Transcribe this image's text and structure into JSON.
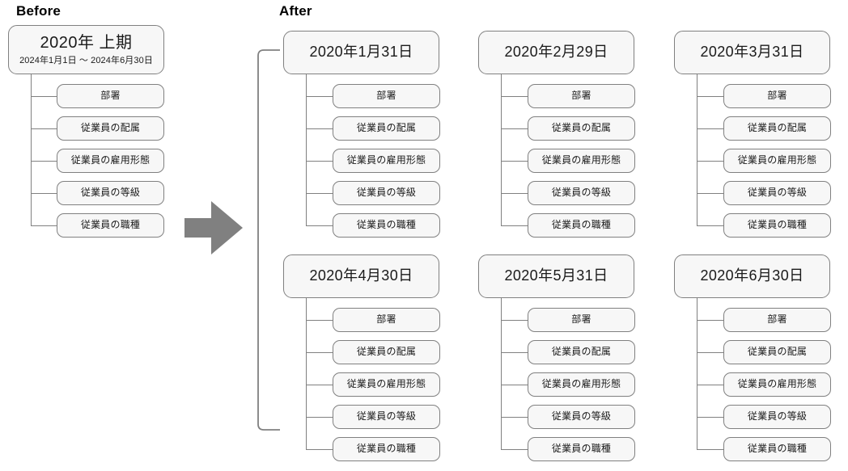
{
  "headings": {
    "before": "Before",
    "after": "After"
  },
  "icons": {
    "arrow": "right-arrow-icon",
    "bracket": "group-bracket-icon"
  },
  "colors": {
    "node_border": "#808080",
    "node_fill": "#f7f7f7",
    "arrow_fill": "#808080",
    "text": "#1a1a1a",
    "heading": "#000000"
  },
  "attribute_labels": [
    "部署",
    "従業員の配属",
    "従業員の雇用形態",
    "従業員の等級",
    "従業員の職種"
  ],
  "before": {
    "root": {
      "title": "2020年 上期",
      "subtitle": "2024年1月1日 〜 2024年6月30日"
    },
    "children": [
      "部署",
      "従業員の配属",
      "従業員の雇用形態",
      "従業員の等級",
      "従業員の職種"
    ]
  },
  "after": {
    "cards": [
      {
        "title": "2020年1月31日",
        "children": [
          "部署",
          "従業員の配属",
          "従業員の雇用形態",
          "従業員の等級",
          "従業員の職種"
        ]
      },
      {
        "title": "2020年2月29日",
        "children": [
          "部署",
          "従業員の配属",
          "従業員の雇用形態",
          "従業員の等級",
          "従業員の職種"
        ]
      },
      {
        "title": "2020年3月31日",
        "children": [
          "部署",
          "従業員の配属",
          "従業員の雇用形態",
          "従業員の等級",
          "従業員の職種"
        ]
      },
      {
        "title": "2020年4月30日",
        "children": [
          "部署",
          "従業員の配属",
          "従業員の雇用形態",
          "従業員の等級",
          "従業員の職種"
        ]
      },
      {
        "title": "2020年5月31日",
        "children": [
          "部署",
          "従業員の配属",
          "従業員の雇用形態",
          "従業員の等級",
          "従業員の職種"
        ]
      },
      {
        "title": "2020年6月30日",
        "children": [
          "部署",
          "従業員の配属",
          "従業員の雇用形態",
          "従業員の等級",
          "従業員の職種"
        ]
      }
    ]
  }
}
